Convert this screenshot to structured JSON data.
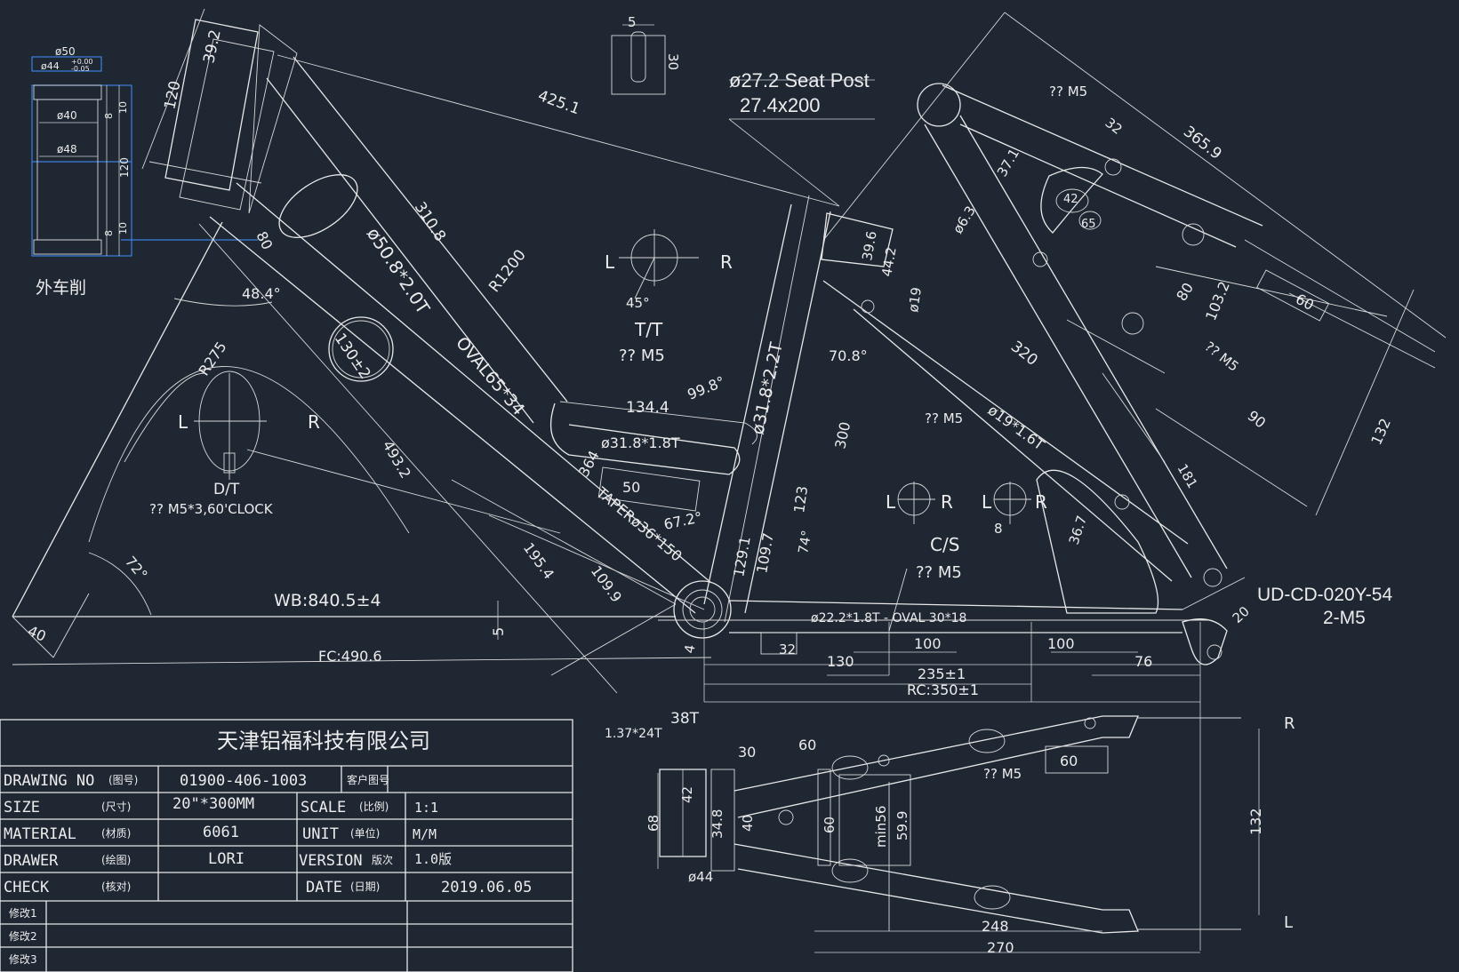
{
  "drawing": {
    "left_section": {
      "d50": "ø50",
      "d44": "ø44",
      "tol_up": "+0.00",
      "tol_dn": "-0.05",
      "d40": "ø40",
      "d48": "ø48",
      "l8a": "8",
      "l10a": "10",
      "l120": "120",
      "l8b": "8",
      "l10b": "10",
      "caption": "外车削"
    },
    "main_dims": {
      "d39_2": "39.2",
      "d120": "120",
      "d425_1": "425.1",
      "d310_8": "310.8",
      "tube_dt": "ø50.8*2.0T",
      "r1200": "R1200",
      "oval_tt": "OVAL65*34",
      "d80": "80",
      "a48_4": "48.4°",
      "r275": "R275",
      "c130": "130±2",
      "d493_2": "493.2",
      "a72": "72°",
      "d40": "40",
      "wb": "WB:840.5±4",
      "fc": "FC:490.6",
      "d5": "5",
      "d195_4": "195.4",
      "d109_9": "109.9",
      "d364": "364",
      "d50": "50",
      "taper": "TAPERø36*150",
      "a67_2": "67.2°",
      "d134_4": "134.4",
      "tube_31_8": "ø31.8*1.8T",
      "a99_8": "99.8°",
      "tube_st": "ø31.8*2.2T",
      "d129_1": "129.1",
      "d109_7": "109.7",
      "d123": "123",
      "a74": "74°",
      "d300": "300",
      "a70_8": "70.8°",
      "d39_6": "39.6",
      "d44_2": "44.2",
      "d32": "32",
      "d4": "4"
    },
    "labels": {
      "slot_w": "5",
      "slot_h": "30",
      "seatpost": "ø27.2 Seat Post",
      "seatpost2": "27.4x200",
      "tt_L": "L",
      "tt_R": "R",
      "tt_45": "45°",
      "tt_name": "T/T",
      "tt_m5": "?? M5",
      "dt_L": "L",
      "dt_R": "R",
      "dt_name": "D/T",
      "dt_m5": "?? M5*3,60'CLOCK",
      "cs_L1": "L",
      "cs_R1": "R",
      "cs_L2": "L",
      "cs_R2": "R",
      "cs_name": "C/S",
      "cs_m5": "?? M5",
      "cs_8": "8",
      "part_no": "UD-CD-020Y-54",
      "part_m5": "2-M5"
    },
    "rear_dims": {
      "m5_top": "?? M5",
      "d32": "32",
      "d365_9": "365.9",
      "d37_1": "37.1",
      "d42": "42",
      "d65": "65",
      "d6_3": "ø6.3",
      "d80": "80",
      "d103_2": "103.2",
      "d60": "60",
      "d19": "ø19",
      "d320": "320",
      "m5_mid": "?? M5",
      "ss_tube": "ø19*1.6T",
      "m5_right": "?? M5",
      "d90": "90",
      "d132": "132",
      "d181": "181",
      "d36_7": "36.7",
      "d20": "20",
      "cs_tube": "ø22.2*1.8T - OVAL 30*18",
      "d100a": "100",
      "d100b": "100",
      "d130": "130",
      "d235": "235±1",
      "d76": "76",
      "rc": "RC:350±1"
    },
    "bottom_view": {
      "d38t": "38T",
      "chainring": "1.37*24T",
      "d30": "30",
      "d60a": "60",
      "m5": "?? M5",
      "d60b": "60",
      "R": "R",
      "L": "L",
      "d42": "42",
      "d68": "68",
      "d34_8": "34.8",
      "d40": "40",
      "d60c": "60",
      "min56": "min56",
      "d59_9": "59.9",
      "d132": "132",
      "d44": "ø44",
      "d248": "248",
      "d270": "270"
    },
    "title_block": {
      "company": "天津铝福科技有限公司",
      "k_drawing": "DRAWING NO",
      "k_drawing_cn": "(图号)",
      "v_drawing": "01900-406-1003",
      "k_customer": "客户图号",
      "k_size": "SIZE",
      "k_size_cn": "(尺寸)",
      "v_size": "20\"*300MM",
      "k_scale": "SCALE",
      "k_scale_cn": "(比例)",
      "v_scale": "1:1",
      "k_material": "MATERIAL",
      "k_material_cn": "(材质)",
      "v_material": "6061",
      "k_unit": "UNIT",
      "k_unit_cn": "(单位)",
      "v_unit": "M/M",
      "k_drawer": "DRAWER",
      "k_drawer_cn": "(绘图)",
      "v_drawer": "LORI",
      "k_version": "VERSION",
      "k_version_cn": "版次",
      "v_version": "1.0版",
      "k_check": "CHECK",
      "k_check_cn": "(核对)",
      "k_date": "DATE",
      "k_date_cn": "(日期)",
      "v_date": "2019.06.05",
      "rev1": "修改1",
      "rev2": "修改2",
      "rev3": "修改3"
    }
  }
}
